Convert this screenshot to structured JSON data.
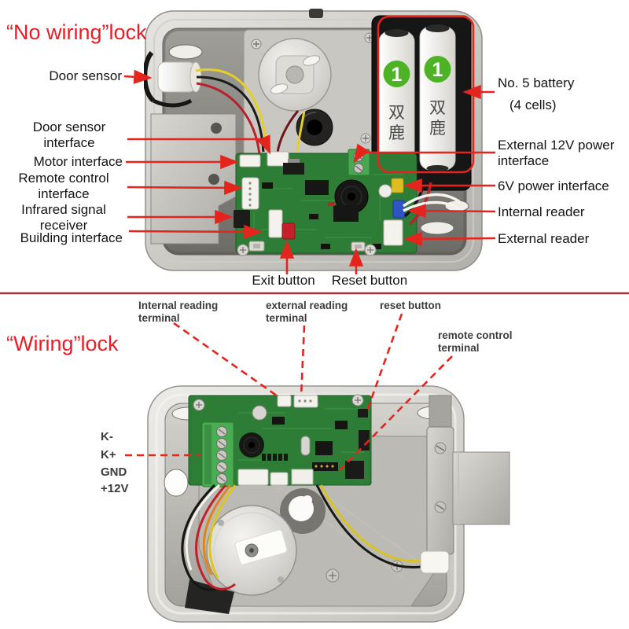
{
  "meta": {
    "description": "Annotated diagram of two electric door locks: battery powered no-wiring lock and wired lock",
    "colors": {
      "annotation_red": "#e4251d",
      "title_red": "#ed1c24",
      "divider_maroon": "#9e3339",
      "label_black": "#141414",
      "label_gray": "#3c3c3c",
      "pcb_green": "#2e7d36",
      "battery_logo_green": "#4db325"
    }
  },
  "no_wiring": {
    "title": "“No wiring”lock",
    "labels": {
      "door_sensor": "Door sensor",
      "door_sensor_interface": "Door sensor\ninterface",
      "motor_interface": "Motor interface",
      "remote_control_interface": "Remote control\ninterface",
      "infrared_signal_receiver": "Infrared signal\nreceiver",
      "building_interface": "Building interface",
      "exit_button": "Exit button",
      "reset_button": "Reset button",
      "no5_battery": "No. 5 battery",
      "no5_battery_cells": "(4 cells)",
      "external_12v_power_interface": "External 12V power\ninterface",
      "power_6v_interface": "6V power interface",
      "internal_reader": "Internal reader",
      "external_reader": "External reader"
    },
    "battery_digit": "1",
    "battery_brand_chars": [
      "双",
      "鹿"
    ]
  },
  "wiring": {
    "title": "“Wiring”lock",
    "labels": {
      "internal_reading_terminal": "Internal reading\nterminal",
      "external_reading_terminal": "external reading\nterminal",
      "reset_button": "reset button",
      "remote_control_terminal": "remote control\nterminal",
      "k_minus": "K-",
      "k_plus": "K+",
      "gnd": "GND",
      "plus_12v": "+12V"
    }
  }
}
